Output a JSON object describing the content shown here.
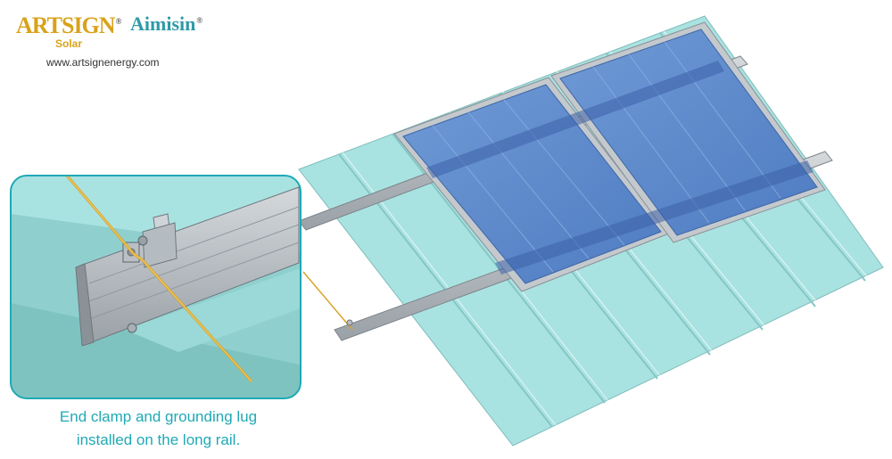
{
  "brand": {
    "primary": {
      "mark": "ARTSIGN",
      "sub": "Solar",
      "reg": "®"
    },
    "secondary": {
      "name": "Aimisin",
      "reg": "®"
    },
    "website": "www.artsignenergy.com"
  },
  "caption": {
    "line1": "End clamp and grounding lug",
    "line2": "installed on the long rail."
  },
  "colors": {
    "roof": "#a9e3e1",
    "roof_dark": "#8fd0ce",
    "rail": "#b9bfc4",
    "panel": "#5b86c9",
    "panel_frame": "#c4c9cd",
    "ground_wire": "#d8a32a",
    "caption": "#1fa9b5",
    "brand_gold": "#d9a21b",
    "brand_teal": "#2e9aa8"
  },
  "icons": [
    "solar-panel-icon",
    "rail-icon",
    "end-clamp-icon",
    "grounding-lug-icon"
  ]
}
